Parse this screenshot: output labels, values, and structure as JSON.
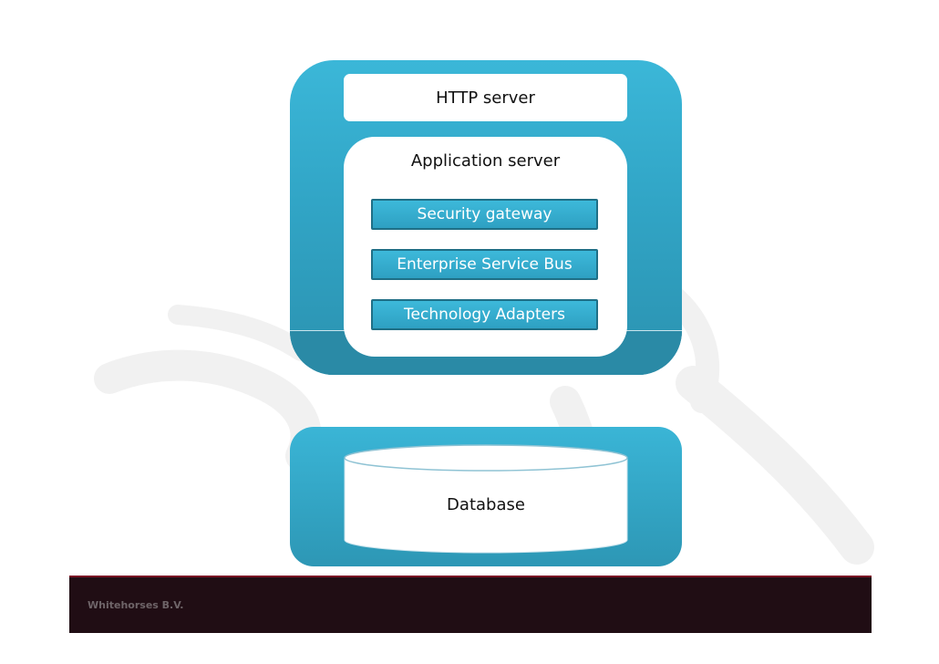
{
  "diagram": {
    "http_server": "HTTP server",
    "application_server": "Application server",
    "layers": [
      "Security gateway",
      "Enterprise Service Bus",
      "Technology Adapters"
    ],
    "database": "Database"
  },
  "footer": {
    "company": "Whitehorses B.V."
  },
  "colors": {
    "panel": "#34aacb",
    "layer": "#35abcd",
    "footer": "#200d14"
  }
}
